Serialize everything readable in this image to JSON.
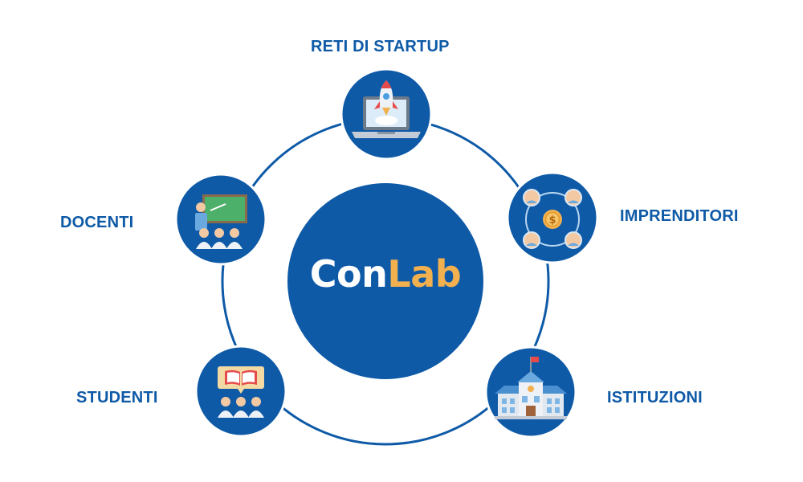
{
  "center": {
    "part1": "Con",
    "part2": "Lab"
  },
  "nodes": [
    {
      "id": "startup",
      "label": "RETI DI STARTUP",
      "icon": "rocket-laptop-icon"
    },
    {
      "id": "imprenditori",
      "label": "IMPRENDITORI",
      "icon": "network-money-icon"
    },
    {
      "id": "istituzioni",
      "label": "ISTITUZIONI",
      "icon": "school-building-icon"
    },
    {
      "id": "studenti",
      "label": "STUDENTI",
      "icon": "students-book-icon"
    },
    {
      "id": "docenti",
      "label": "DOCENTI",
      "icon": "teacher-board-icon"
    }
  ],
  "colors": {
    "primary": "#0e5aa7",
    "accent": "#f3b04f",
    "background": "#ffffff"
  }
}
